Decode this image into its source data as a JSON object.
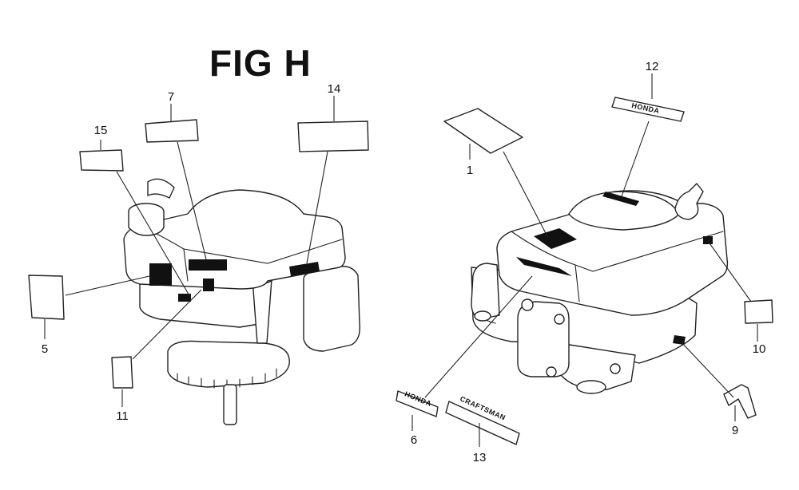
{
  "title": "FIG H",
  "callouts": {
    "c1": "1",
    "c5": "5",
    "c6": "6",
    "c7": "7",
    "c9": "9",
    "c10": "10",
    "c11": "11",
    "c12": "12",
    "c13": "13",
    "c14": "14",
    "c15": "15"
  },
  "decals": {
    "honda_logo": "HONDA",
    "small_logo": "HONDA",
    "craftsman": "CRAFTSMAN"
  }
}
